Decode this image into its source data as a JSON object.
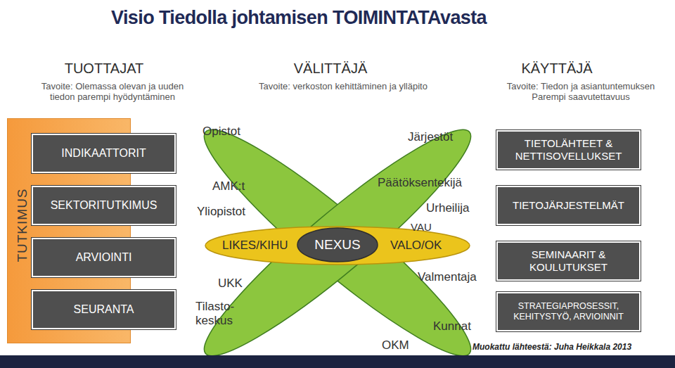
{
  "diagram": {
    "title": "Visio Tiedolla johtamisen TOIMINTATAvasta",
    "nodes": [
      {
        "text": [
          "TUTKIMUS"
        ]
      },
      {
        "text": [
          "INDIKAATTORIT"
        ]
      },
      {
        "text": [
          "SEKTORITUTKIMUS"
        ]
      },
      {
        "text": [
          "ARVIOINTI"
        ]
      },
      {
        "text": [
          "SEURANTA"
        ]
      },
      {
        "text": [
          "NEXUS"
        ]
      },
      {
        "text": [
          "TIETOLÄHTEET & NETTISOVELLUKSET"
        ]
      },
      {
        "text": [
          "TIETOJÄRJESTELMÄT"
        ]
      },
      {
        "text": [
          "SEMINAARIT & KOULUTUKSET"
        ]
      },
      {
        "text": [
          "STRATEGIAPROSESSIT, KEHITYSTYÖ, ARVIOINNIT"
        ]
      }
    ],
    "labels": [
      "TUOTTAJAT",
      "Tavoite: Olemassa olevan ja uuden tiedon parempi hyödyntäminen",
      "VÄLITTÄJÄ",
      "Tavoite: verkoston kehittäminen ja ylläpito",
      "KÄYTTÄJÄ",
      "Tavoite: Tiedon ja asiantuntemuksen Parempi saavutettavuus",
      "Opistot",
      "AMK:t",
      "Yliopistot",
      "LIKES/KIHU",
      "UKK",
      "Tilasto- keskus",
      "Järjestöt",
      "Päätöksentekijä",
      "Urheilija",
      "VAU",
      "VALO/OK",
      "Valmentaja",
      "Kunnat",
      "OKM",
      "Muokattu lähteestä: Juha Heikkala 2013"
    ]
  }
}
